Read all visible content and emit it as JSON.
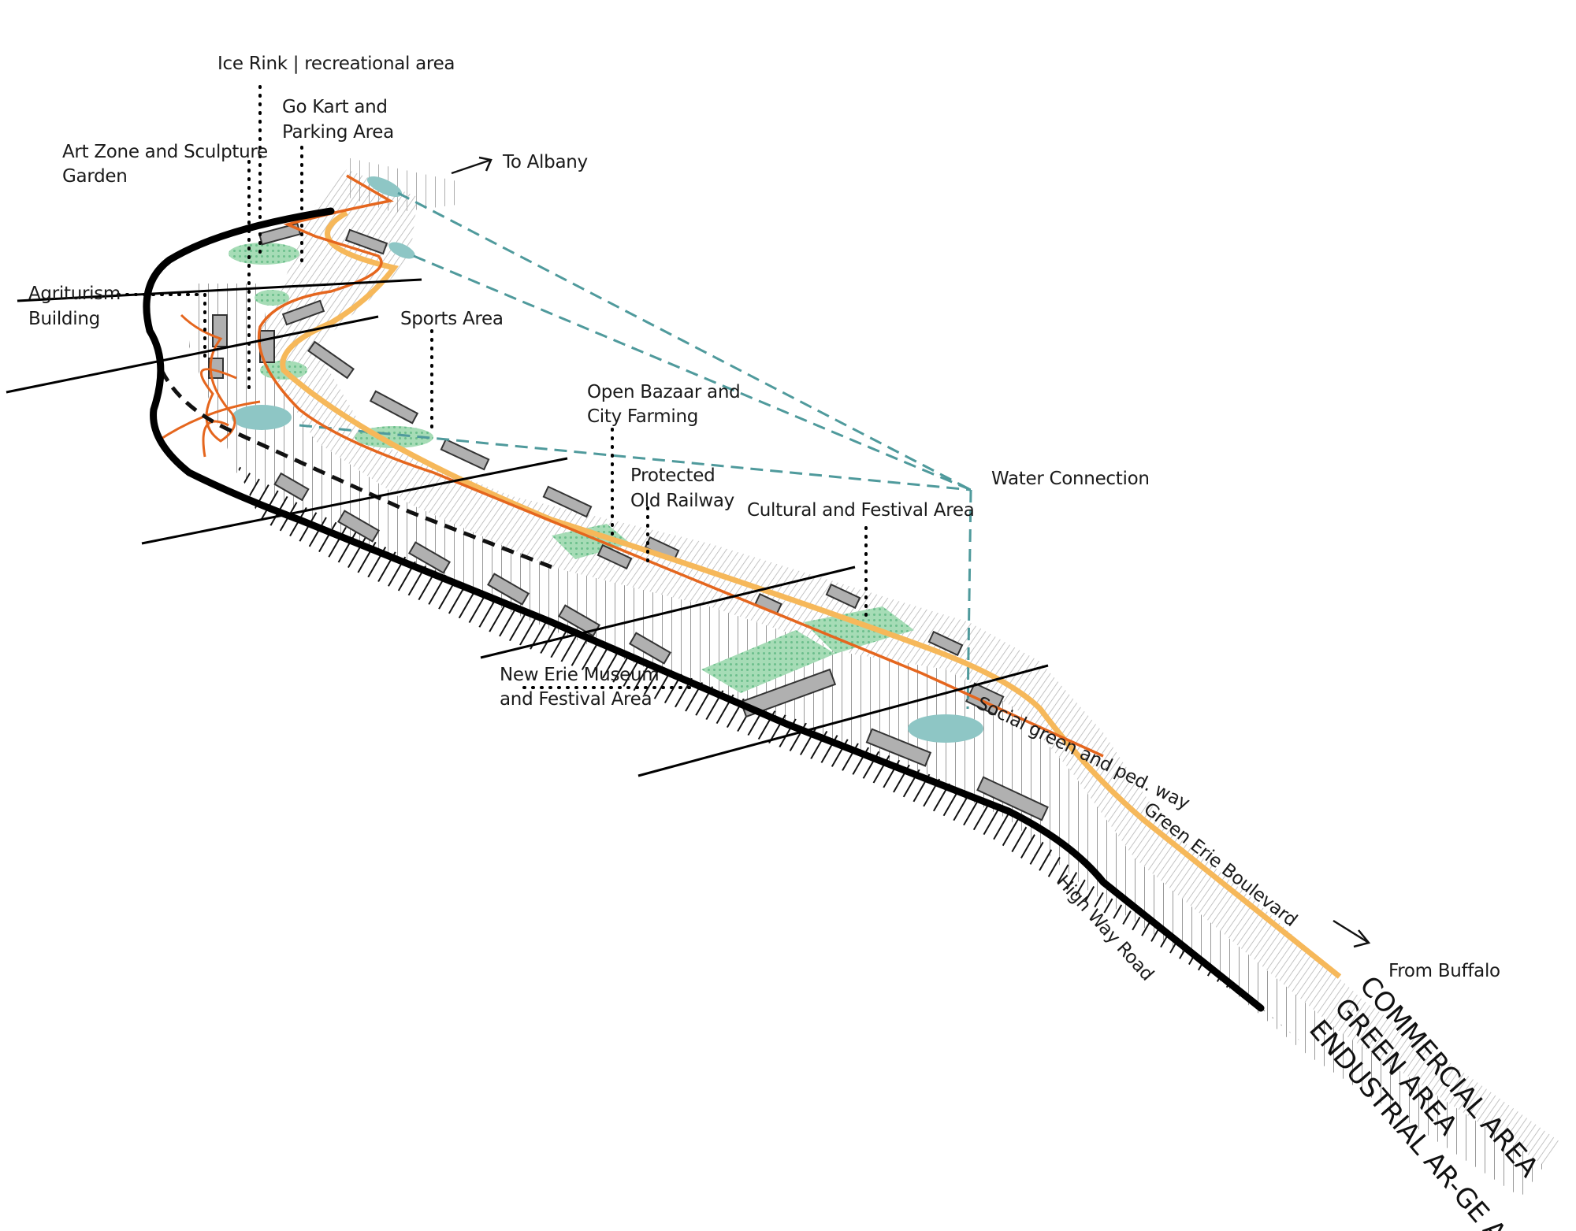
{
  "diagram": {
    "type": "urban masterplan axonometric",
    "colors": {
      "highway": "#000000",
      "ped_way": "#e5661e",
      "boulevard": "#f6b85a",
      "water": "#8ec6c5",
      "water_dashed": "#4f9a9c",
      "green": "#8fd3a6",
      "hatch": "#9a9a9a",
      "building": "#a9a9a9"
    },
    "labels": {
      "ice_rink": "Ice Rink | recreational area",
      "go_kart_1": "Go Kart and",
      "go_kart_2": "Parking Area",
      "art_zone_1": "Art Zone and Sculpture",
      "art_zone_2": "Garden",
      "to_albany": "To Albany",
      "agriturism_1": "Agriturism",
      "agriturism_2": "Building",
      "sports_area": "Sports Area",
      "open_bazaar_1": "Open Bazaar and",
      "open_bazaar_2": "City Farming",
      "protected_1": "Protected",
      "protected_2": "Old Railway",
      "cultural": "Cultural and Festival Area",
      "water_connection": "Water Connection",
      "museum_1": "New Erie Museum",
      "museum_2": "and Festival Area",
      "social_green": "Social green and ped. way",
      "green_erie": "Green Erie Boulevard",
      "highway_road": "High Way Road",
      "from_buffalo": "From Buffalo"
    },
    "zones": {
      "commercial": "COMMERCIAL AREA",
      "green": "GREEN AREA",
      "industrial": "ENDUSTRIAL AR-GE AREA"
    }
  }
}
